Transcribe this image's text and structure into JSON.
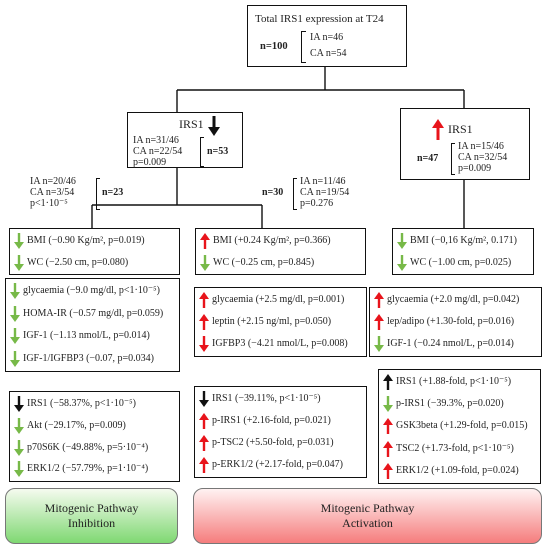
{
  "top": {
    "title": "Total IRS1 expression at T24",
    "n": "n=100",
    "ia": "IA  n=46",
    "ca": "CA  n=54"
  },
  "low": {
    "title": "IRS1",
    "ia": "IA  n=31/46",
    "ca": "CA  n=22/54",
    "p": "p=0.009",
    "n": "n=53"
  },
  "high": {
    "title": "IRS1",
    "n": "n=47",
    "ia": "IA  n=15/46",
    "ca": "CA  n=32/54",
    "p": "p=0.009"
  },
  "left_group": {
    "ia": "IA  n=20/46",
    "ca": "CA  n=3/54",
    "p": "p<1·10⁻⁵",
    "n": "n=23"
  },
  "mid_group": {
    "n": "n=30",
    "ia": "IA  n=11/46",
    "ca": "CA  n=19/54",
    "p": "p=0.276"
  },
  "col1": {
    "anthro": [
      {
        "dir": "down",
        "color": "green",
        "text": "BMI (−0.90 Kg/m², p=0.019)"
      },
      {
        "dir": "down",
        "color": "green",
        "text": "WC (−2.50 cm, p=0.080)"
      }
    ],
    "metab": [
      {
        "dir": "down",
        "color": "green",
        "text": "glycaemia (−9.0 mg/dl, p<1·10⁻⁵)"
      },
      {
        "dir": "down",
        "color": "green",
        "text": "HOMA-IR (−0.57 mg/dl, p=0.059)"
      },
      {
        "dir": "down",
        "color": "green",
        "text": "IGF-1 (−1.13 nmol/L, p=0.014)"
      },
      {
        "dir": "down",
        "color": "green",
        "text": "IGF-1/IGFBP3 (−0.07, p=0.034)"
      }
    ],
    "mol": [
      {
        "dir": "down",
        "color": "black",
        "text": "IRS1 (−58.37%, p<1·10⁻⁵)"
      },
      {
        "dir": "down",
        "color": "green",
        "text": "Akt (−29.17%, p=0.009)"
      },
      {
        "dir": "down",
        "color": "green",
        "text": "p70S6K (−49.88%, p=5·10⁻⁴)"
      },
      {
        "dir": "down",
        "color": "green",
        "text": "ERK1/2 (−57.79%, p=1·10⁻⁴)"
      }
    ]
  },
  "col2": {
    "anthro": [
      {
        "dir": "up",
        "color": "red",
        "text": "BMI (+0.24 Kg/m², p=0.366)"
      },
      {
        "dir": "down",
        "color": "green",
        "text": "WC (−0.25 cm, p=0.845)"
      }
    ],
    "metab": [
      {
        "dir": "up",
        "color": "red",
        "text": "glycaemia (+2.5 mg/dl, p=0.001)"
      },
      {
        "dir": "up",
        "color": "red",
        "text": "leptin (+2.15 ng/ml, p=0.050)"
      },
      {
        "dir": "down",
        "color": "red",
        "text": "IGFBP3 (−4.21 nmol/L, p=0.008)"
      }
    ],
    "mol": [
      {
        "dir": "down",
        "color": "black",
        "text": "IRS1 (−39.11%, p<1·10⁻⁵)"
      },
      {
        "dir": "up",
        "color": "red",
        "text": "p-IRS1 (+2.16-fold, p=0.021)"
      },
      {
        "dir": "up",
        "color": "red",
        "text": "p-TSC2 (+5.50-fold, p=0.031)"
      },
      {
        "dir": "up",
        "color": "red",
        "text": "p-ERK1/2 (+2.17-fold, p=0.047)"
      }
    ]
  },
  "col3": {
    "anthro": [
      {
        "dir": "down",
        "color": "green",
        "text": "BMI (−0,16 Kg/m², 0.171)"
      },
      {
        "dir": "down",
        "color": "green",
        "text": "WC (−1.00 cm, p=0.025)"
      }
    ],
    "metab": [
      {
        "dir": "up",
        "color": "red",
        "text": "glycaemia (+2.0 mg/dl, p=0.042)"
      },
      {
        "dir": "up",
        "color": "red",
        "text": "lep/adipo (+1.30-fold, p=0.016)"
      },
      {
        "dir": "down",
        "color": "green",
        "text": "IGF-1 (−0.24 nmol/L, p=0.014)"
      }
    ],
    "mol": [
      {
        "dir": "up",
        "color": "black",
        "text": "IRS1 (+1.88-fold, p<1·10⁻⁵)"
      },
      {
        "dir": "down",
        "color": "green",
        "text": "p-IRS1 (−39.3%, p=0.020)"
      },
      {
        "dir": "up",
        "color": "red",
        "text": "GSK3beta (+1.29-fold, p=0.015)"
      },
      {
        "dir": "up",
        "color": "red",
        "text": "TSC2 (+1.73-fold, p<1·10⁻⁵)"
      },
      {
        "dir": "up",
        "color": "red",
        "text": "ERK1/2 (+1.09-fold, p=0.024)"
      }
    ]
  },
  "outcome_left": {
    "line1": "Mitogenic Pathway",
    "line2": "Inhibition"
  },
  "outcome_right": {
    "line1": "Mitogenic Pathway",
    "line2": "Activation"
  },
  "colors": {
    "red": "#e8141b",
    "green": "#77b948",
    "black": "#111111",
    "inhibition_top": "#f5fbef",
    "inhibition_bottom": "#7fd872",
    "activation_top": "#fff2f2",
    "activation_bottom": "#f57d7d"
  }
}
